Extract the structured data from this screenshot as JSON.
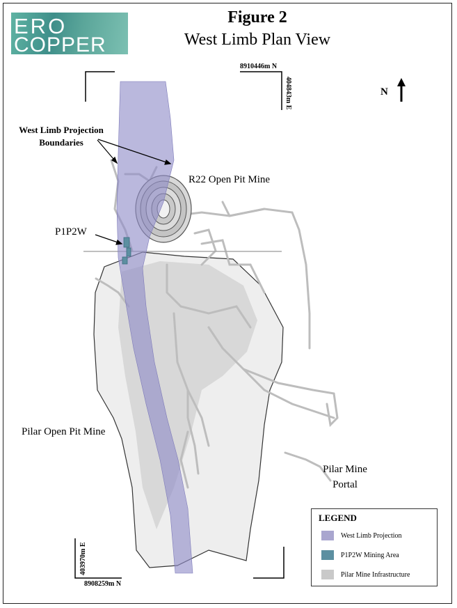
{
  "logo": {
    "line1": "ERO",
    "line2": "COPPER"
  },
  "figure": {
    "title": "Figure 2",
    "subtitle": "West Limb Plan View"
  },
  "coords": {
    "top_north": "8910446m N",
    "top_east": "404843m E",
    "bottom_east": "403970m E",
    "bottom_north": "8908259m N"
  },
  "north_arrow": {
    "label": "N"
  },
  "labels": {
    "projection_boundaries_line1": "West Limb Projection",
    "projection_boundaries_line2": "Boundaries",
    "r22_pit": "R22 Open Pit Mine",
    "p1p2w": "P1P2W",
    "pilar_pit": "Pilar Open Pit Mine",
    "portal_line1": "Pilar Mine",
    "portal_line2": "Portal"
  },
  "legend": {
    "title": "LEGEND",
    "items": [
      {
        "label": "West Limb Projection",
        "color": "#a9a6cf"
      },
      {
        "label": "P1P2W Mining Area",
        "color": "#5c8fa1"
      },
      {
        "label": "Pilar Mine Infrastructure",
        "color": "#c9c9c9"
      }
    ]
  },
  "colors": {
    "projection": "#8f8cc8",
    "infrastructure": "#b5b5b5",
    "pit_fill": "#ececec"
  }
}
